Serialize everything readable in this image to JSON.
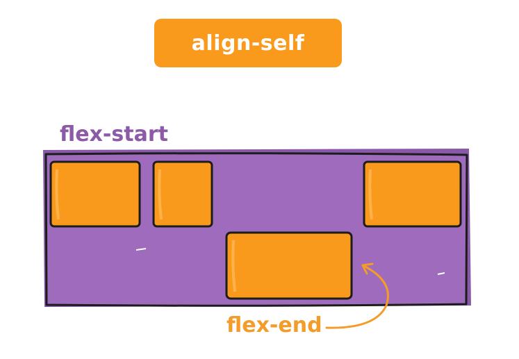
{
  "title": "align-self",
  "labels": {
    "start": "flex-start",
    "end": "flex-end"
  },
  "colors": {
    "container_fill": "#9e6bbd",
    "container_shadow": "#8a58a8",
    "item_fill": "#fa9a1c",
    "item_highlight": "#ffb24a",
    "outline": "#1c1c1c",
    "title_bg": "#fa9a1c",
    "title_text": "#ffffff",
    "label_start_color": "#8d5aa8",
    "label_end_color": "#f39c2a"
  }
}
